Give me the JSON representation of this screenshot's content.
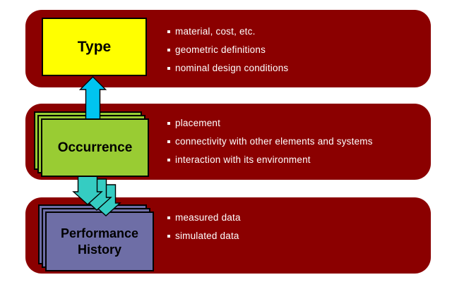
{
  "colors": {
    "dark-red": "#8B0000",
    "yellow": "#FFFF00",
    "green": "#99CC33",
    "purple": "#6E6EA6",
    "cyan-arrow": "#00C4F0",
    "teal-arrow": "#35CCC2",
    "text-white": "#FFFFFF",
    "border-black": "#000000",
    "background": "#FFFFFF"
  },
  "sections": [
    {
      "id": "type",
      "label": "Type",
      "bullets": [
        "material, cost, etc.",
        "geometric definitions",
        "nominal design conditions"
      ]
    },
    {
      "id": "occurrence",
      "label": "Occurrence",
      "bullets": [
        "placement",
        "connectivity with other elements and systems",
        "interaction with its environment"
      ]
    },
    {
      "id": "performance",
      "label": "Performance History",
      "bullets": [
        "measured data",
        "simulated data"
      ]
    }
  ]
}
